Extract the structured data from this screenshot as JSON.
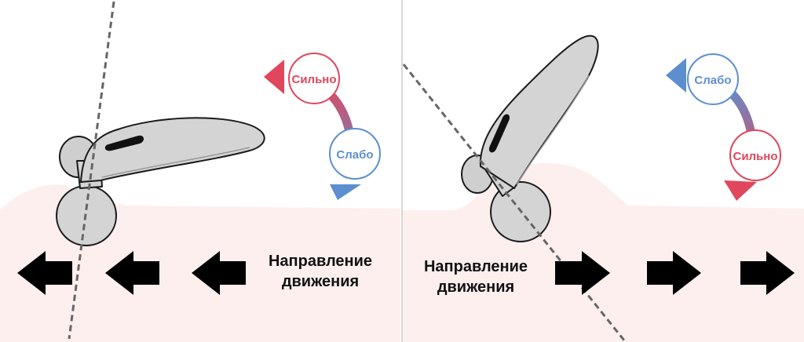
{
  "colors": {
    "skin": "#fcefee",
    "strong": "#e0475c",
    "weak": "#5d8fd0",
    "roller": "#d4d4d4",
    "outline": "#1a1a1a",
    "arrow": "#000000",
    "axis": "#666666"
  },
  "left_panel": {
    "strong_label": "Сильно",
    "weak_label": "Слабо",
    "direction_line1": "Направление",
    "direction_line2": "движения",
    "direction_arrow": "left"
  },
  "right_panel": {
    "weak_label": "Слабо",
    "strong_label": "Сильно",
    "direction_line1": "Направление",
    "direction_line2": "движения",
    "direction_arrow": "right"
  }
}
